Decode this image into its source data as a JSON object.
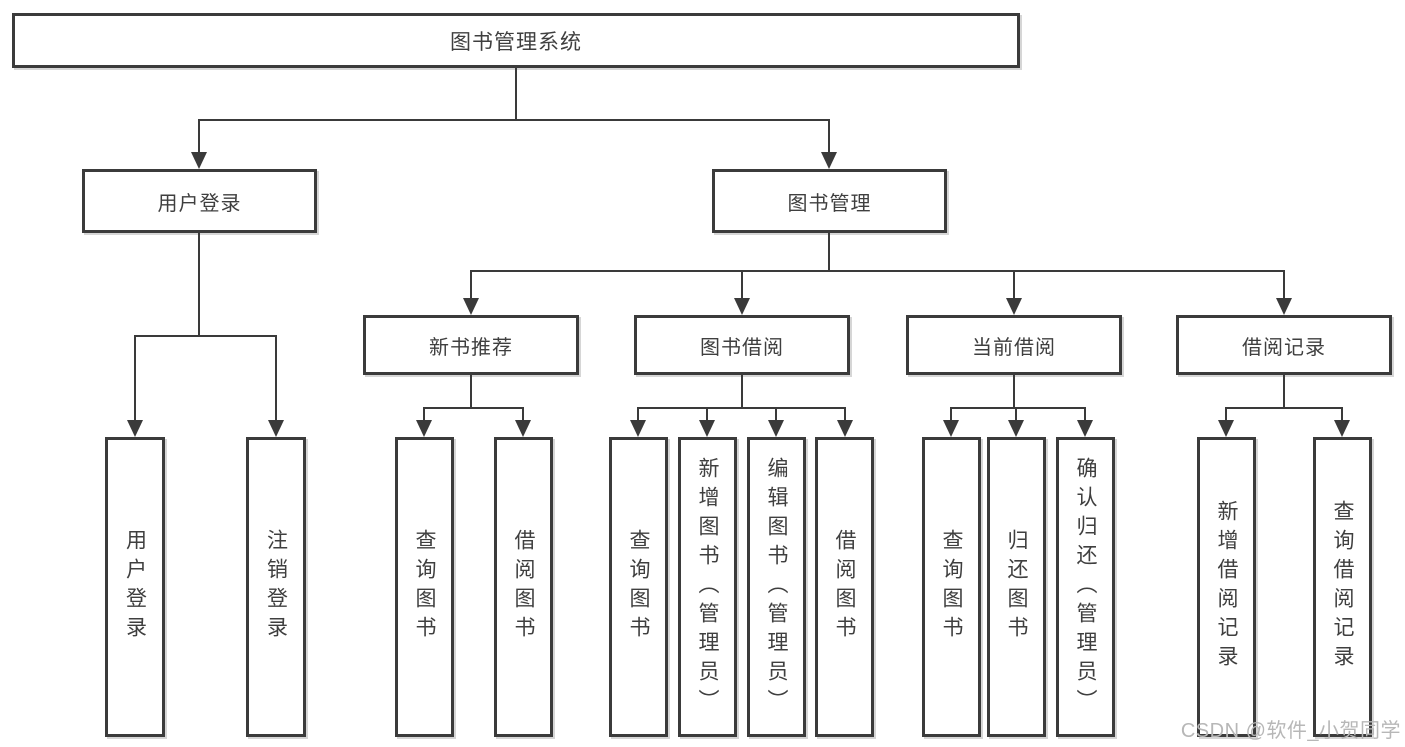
{
  "title": "图书管理系统",
  "level1": [
    {
      "label": "用户登录"
    },
    {
      "label": "图书管理"
    }
  ],
  "level2": [
    {
      "label": "新书推荐"
    },
    {
      "label": "图书借阅"
    },
    {
      "label": "当前借阅"
    },
    {
      "label": "借阅记录"
    }
  ],
  "leafGroups": [
    {
      "parent": "用户登录",
      "items": [
        "用户登录",
        "注销登录"
      ]
    },
    {
      "parent": "新书推荐",
      "items": [
        "查询图书",
        "借阅图书"
      ]
    },
    {
      "parent": "图书借阅",
      "items": [
        "查询图书",
        "新增图书（管理员）",
        "编辑图书（管理员）",
        "借阅图书"
      ]
    },
    {
      "parent": "当前借阅",
      "items": [
        "查询图书",
        "归还图书",
        "确认归还（管理员）"
      ]
    },
    {
      "parent": "借阅记录",
      "items": [
        "新增借阅记录",
        "查询借阅记录"
      ]
    }
  ],
  "watermark": "CSDN @软件_小贺同学",
  "colors": {
    "line": "#3a3a3a",
    "text": "#3f3f3f",
    "background": "#ffffff",
    "watermark": "#b7b7b7"
  }
}
